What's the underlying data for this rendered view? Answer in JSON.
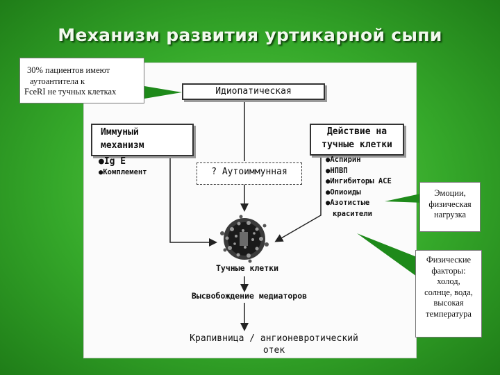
{
  "title": "Механизм развития уртикарной сыпи",
  "nodes": {
    "idiopathic": "Идиопатическая",
    "immune_line1": "Иммуный",
    "immune_line2": "механизм",
    "action_line1": "Действие на",
    "action_line2": "тучные клетки",
    "autoimmune": "? Аутоиммунная",
    "mast_cells": "Тучные клетки",
    "mediators": "Высвобождение медиаторов",
    "urticaria_line1": "Крапивница / ангионевротический",
    "urticaria_line2": "отек"
  },
  "immune_list": [
    "●Ig E",
    "●Комплемент"
  ],
  "action_list": [
    "●Аспирин",
    "●НПВП",
    "●Ингибиторы АСЕ",
    "●Опиоиды",
    "●Азотистые",
    "красители"
  ],
  "callouts": {
    "autoantibodies": [
      "30% пациентов имеют",
      "аутоантитела к",
      "FceRI не тучных клетках"
    ],
    "emotions": [
      "Эмоции,",
      "физическая",
      "нагрузка"
    ],
    "physical": [
      "Физические",
      "факторы:",
      "холод,",
      "солнце, вода,",
      "высокая",
      "температура"
    ]
  },
  "colors": {
    "background": "#35a82a",
    "title": "#f2f9ee",
    "panel": "#fbfbfb"
  }
}
